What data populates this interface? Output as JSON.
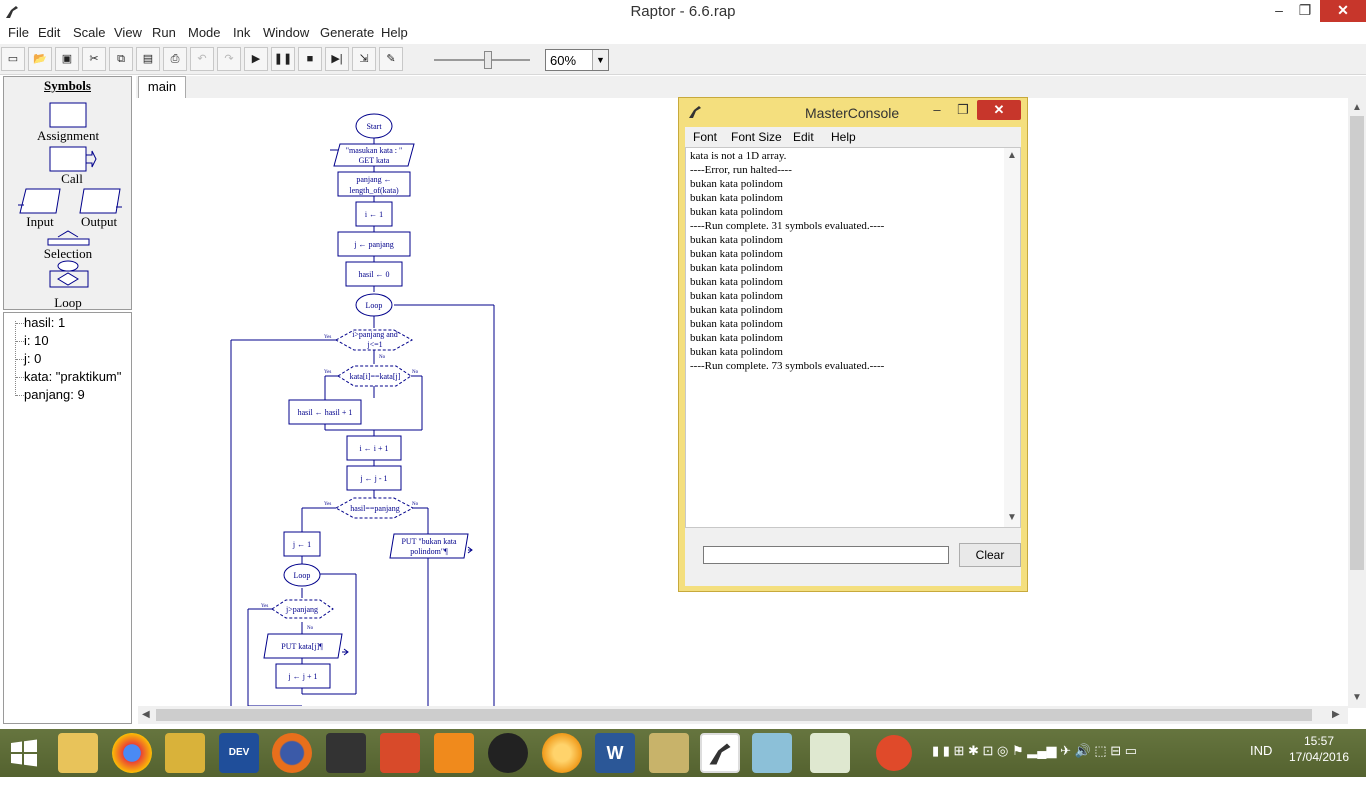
{
  "window": {
    "title": "Raptor - 6.6.rap",
    "min": "–",
    "max": "❐",
    "close": "✕"
  },
  "menu": [
    "File",
    "Edit",
    "Scale",
    "View",
    "Run",
    "Mode",
    "Ink",
    "Window",
    "Generate",
    "Help"
  ],
  "toolbar": {
    "zoom": "60%"
  },
  "symbols": {
    "heading": "Symbols",
    "assignment": "Assignment",
    "call": "Call",
    "input": "Input",
    "output": "Output",
    "selection": "Selection",
    "loop": "Loop"
  },
  "variables": [
    "hasil: 1",
    "i: 10",
    "j: 0",
    "kata: \"praktikum\"",
    "panjang: 9"
  ],
  "tabs": [
    "main"
  ],
  "flowchart": {
    "start": "Start",
    "input_prompt": "\"masukan kata : \"",
    "input_get": "GET kata",
    "assign_len_1": "panjang ←",
    "assign_len_2": "length_of(kata)",
    "assign_i": "i ← 1",
    "assign_j": "j ← panjang",
    "assign_hasil": "hasil ← 0",
    "loop1": "Loop",
    "cond1_1": "i>panjang and",
    "cond1_2": "j<=1",
    "cond2": "kata[i]==kata[j]",
    "inc_hasil": "hasil ← hasil + 1",
    "inc_i": "i ← i + 1",
    "dec_j": "j ← j - 1",
    "cond3": "hasil==panjang",
    "reset_j": "j ← 1",
    "put_bukan_1": "PUT \"bukan kata",
    "put_bukan_2": "polindom\"¶",
    "loop2": "Loop",
    "cond4": "j>panjang",
    "put_kata": "PUT kata[j]¶",
    "inc_j": "j ← j + 1",
    "yes": "Yes",
    "no": "No"
  },
  "console": {
    "title": "MasterConsole",
    "menu": [
      "Font",
      "Font Size",
      "Edit",
      "Help"
    ],
    "lines": [
      "kata is not a 1D array.",
      "----Error, run halted----",
      "bukan kata polindom",
      "bukan kata polindom",
      "bukan kata polindom",
      "----Run complete.  31 symbols evaluated.----",
      "bukan kata polindom",
      "bukan kata polindom",
      "bukan kata polindom",
      "bukan kata polindom",
      "bukan kata polindom",
      "bukan kata polindom",
      "bukan kata polindom",
      "bukan kata polindom",
      "bukan kata polindom",
      "----Run complete.  73 symbols evaluated.----"
    ],
    "clear": "Clear"
  },
  "taskbar": {
    "apps": [
      "start",
      "explorer",
      "chrome",
      "tools",
      "DEV",
      "firefox",
      "camera",
      "paint",
      "uc",
      "target",
      "orb",
      "W",
      "palette",
      "raptor",
      "notepad",
      "window"
    ],
    "lang": "IND",
    "time": "15:57",
    "date": "17/04/2016"
  }
}
